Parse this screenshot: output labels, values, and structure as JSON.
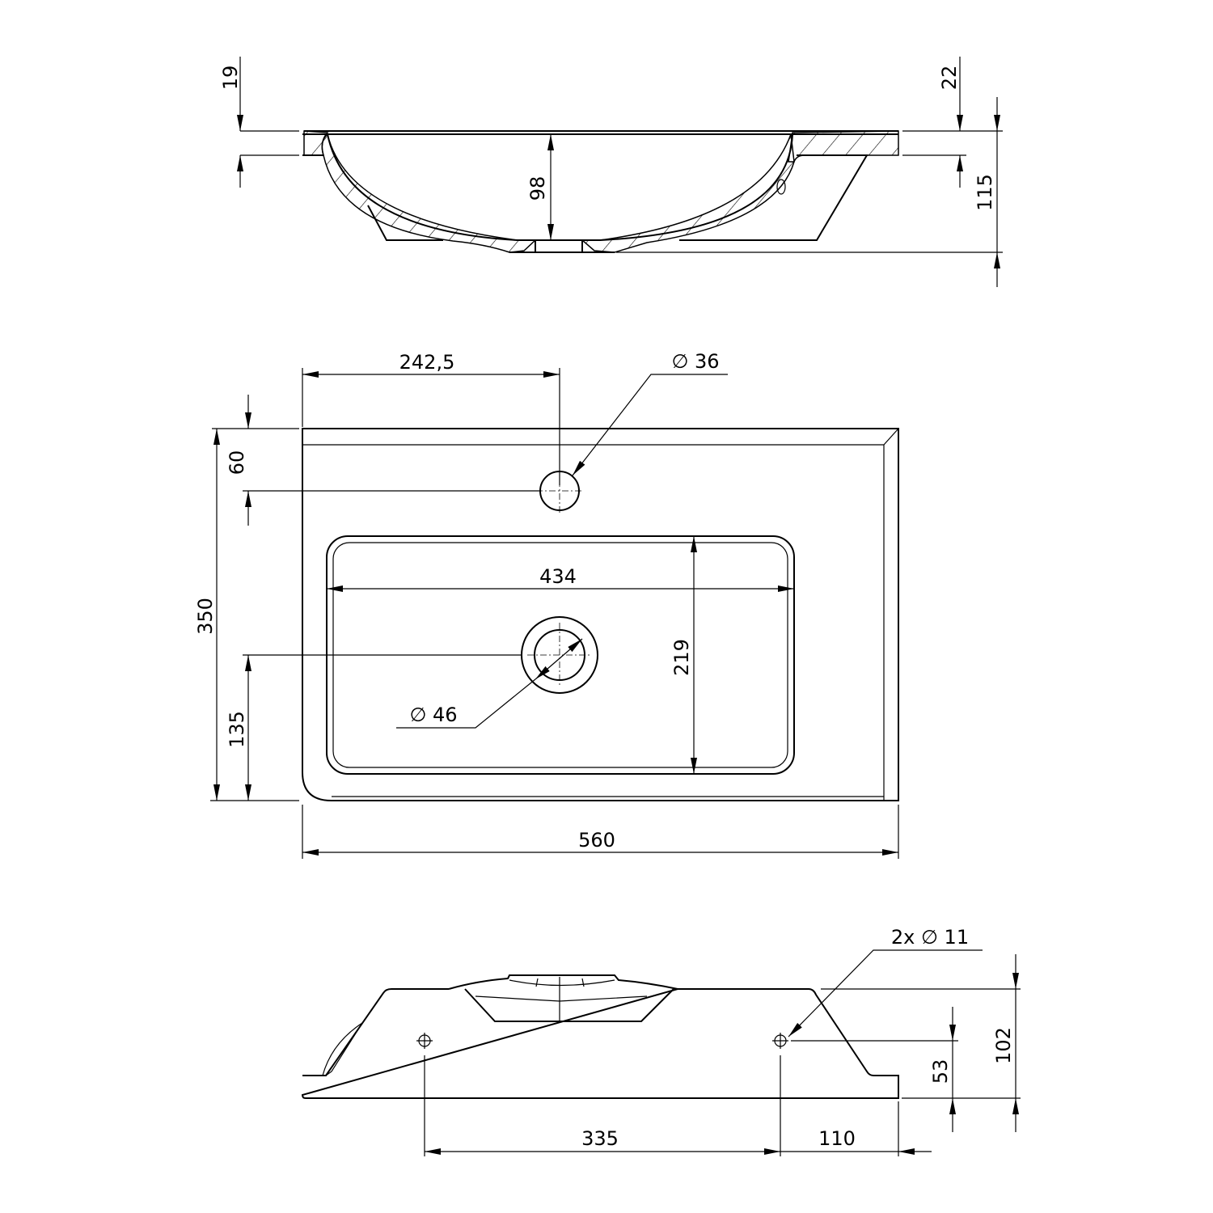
{
  "section_view": {
    "dims": {
      "rim_left": "19",
      "rim_right": "22",
      "total_height": "115",
      "bowl_depth": "98"
    }
  },
  "plan_view": {
    "dims": {
      "tap_hole_offset_x": "242,5",
      "tap_hole_diameter": "∅ 36",
      "tap_hole_offset_y": "60",
      "depth": "350",
      "drain_offset_y": "135",
      "bowl_width": "434",
      "bowl_length": "219",
      "drain_diameter": "∅ 46",
      "width": "560"
    }
  },
  "front_view": {
    "dims": {
      "mount_holes": "2x  ∅ 11",
      "height": "102",
      "hole_height": "53",
      "hole_spacing": "335",
      "hole_edge_offset": "110"
    }
  }
}
